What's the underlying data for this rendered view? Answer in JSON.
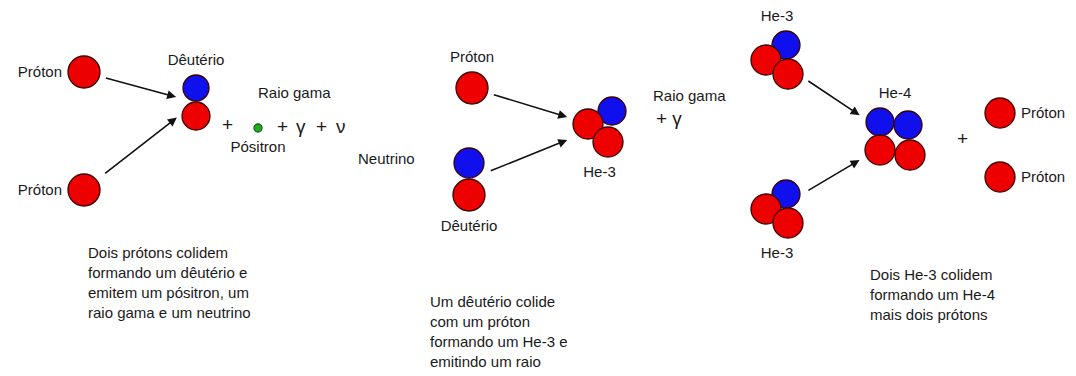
{
  "diagram": {
    "nodes": [
      {
        "text": [
          "Próton"
        ]
      },
      {
        "text": [
          "Próton"
        ]
      },
      {
        "text": [
          "Dêutério"
        ]
      },
      {
        "text": [
          "Pósitron"
        ]
      },
      {
        "text": [
          "Próton"
        ]
      },
      {
        "text": [
          "Dêutério"
        ]
      },
      {
        "text": [
          "He-3"
        ]
      },
      {
        "text": [
          "He-3"
        ]
      },
      {
        "text": [
          "He-3"
        ]
      },
      {
        "text": [
          "He-4"
        ]
      },
      {
        "text": [
          "Próton"
        ]
      },
      {
        "text": [
          "Próton"
        ]
      }
    ],
    "edges": [
      {
        "from": 0,
        "to": 2,
        "arrow": "to"
      },
      {
        "from": 1,
        "to": 2,
        "arrow": "to"
      },
      {
        "from": 4,
        "to": 6,
        "arrow": "to"
      },
      {
        "from": 5,
        "to": 6,
        "arrow": "to"
      },
      {
        "from": 7,
        "to": 9,
        "arrow": "to"
      },
      {
        "from": 8,
        "to": 9,
        "arrow": "to"
      }
    ],
    "labels": [
      "+",
      "Raio gama",
      "+",
      "γ",
      "+",
      "ν",
      "Neutrino",
      "Raio gama",
      "+ γ",
      "+",
      "Dois prótons colidem formando um dêutério e emitem um pósitron, um raio gama e um neutrino",
      "Um dêutério colide com um próton formando um He-3 e emitindo um raio",
      "Dois He-3 colidem formando um He-4 mais dois prótons"
    ]
  }
}
